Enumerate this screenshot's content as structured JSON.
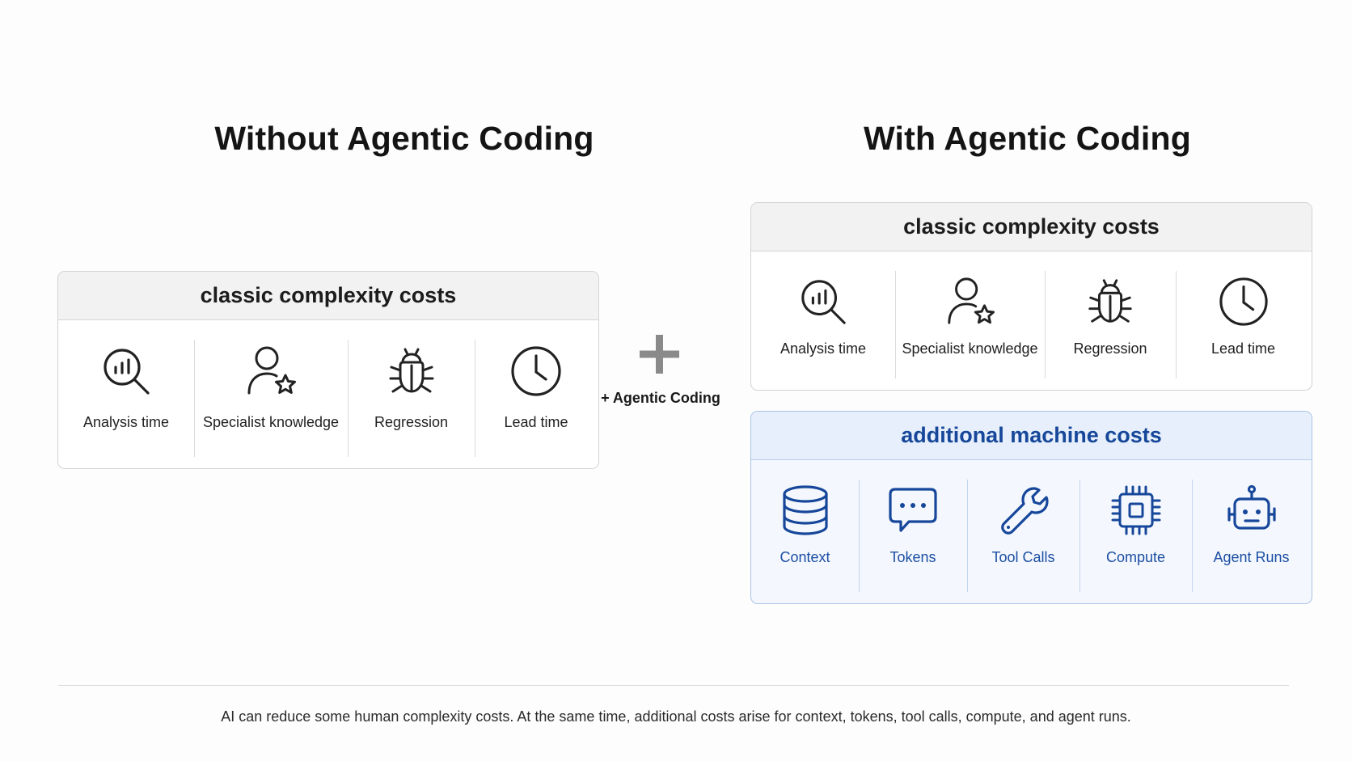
{
  "left": {
    "heading": "Without Agentic Coding",
    "classic_panel": {
      "title": "classic complexity costs",
      "items": [
        {
          "label": "Analysis time",
          "icon": "magnifier-chart-icon"
        },
        {
          "label": "Specialist knowledge",
          "icon": "person-star-icon"
        },
        {
          "label": "Regression",
          "icon": "bug-icon"
        },
        {
          "label": "Lead time",
          "icon": "clock-icon"
        }
      ]
    }
  },
  "connector": {
    "symbol": "+",
    "label": "+ Agentic Coding"
  },
  "right": {
    "heading": "With Agentic Coding",
    "classic_panel": {
      "title": "classic complexity costs",
      "items": [
        {
          "label": "Analysis time",
          "icon": "magnifier-chart-icon"
        },
        {
          "label": "Specialist knowledge",
          "icon": "person-star-icon"
        },
        {
          "label": "Regression",
          "icon": "bug-icon"
        },
        {
          "label": "Lead time",
          "icon": "clock-icon"
        }
      ]
    },
    "machine_panel": {
      "title": "additional machine costs",
      "items": [
        {
          "label": "Context",
          "icon": "database-icon"
        },
        {
          "label": "Tokens",
          "icon": "chat-bubble-icon"
        },
        {
          "label": "Tool Calls",
          "icon": "wrench-icon"
        },
        {
          "label": "Compute",
          "icon": "cpu-chip-icon"
        },
        {
          "label": "Agent Runs",
          "icon": "robot-icon"
        }
      ]
    }
  },
  "footnote": "AI can reduce some human complexity costs. At the same time, additional costs arise for context, tokens, tool calls, compute, and agent runs.",
  "colors": {
    "heading_text": "#141414",
    "panel_header_bg": "#f2f2f2",
    "machine_accent": "#17479a",
    "machine_panel_bg": "#f4f8fe",
    "machine_header_bg": "#e6effb",
    "plus_sign": "#8a8a8a"
  }
}
